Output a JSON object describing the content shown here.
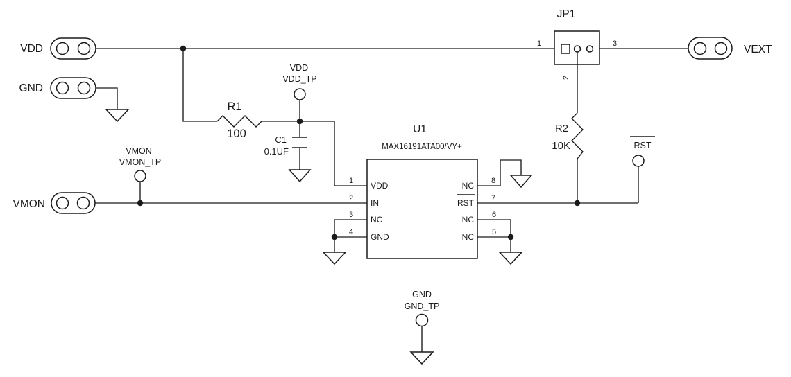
{
  "colors": {
    "ink": "#1a1a1a",
    "background": "#ffffff"
  },
  "connectors": {
    "vdd": "VDD",
    "gnd": "GND",
    "vmon": "VMON",
    "vext": "VEXT"
  },
  "jumper": {
    "ref": "JP1",
    "pin1": "1",
    "pin2": "2",
    "pin3": "3"
  },
  "resistors": {
    "r1": {
      "ref": "R1",
      "value": "100"
    },
    "r2": {
      "ref": "R2",
      "value": "10K"
    }
  },
  "capacitor": {
    "ref": "C1",
    "value": "0.1UF"
  },
  "ic": {
    "ref": "U1",
    "part": "MAX16191ATA00/VY+",
    "left_pins": [
      {
        "num": "1",
        "name": "VDD"
      },
      {
        "num": "2",
        "name": "IN"
      },
      {
        "num": "3",
        "name": "NC"
      },
      {
        "num": "4",
        "name": "GND"
      }
    ],
    "right_pins": [
      {
        "num": "8",
        "name": "NC"
      },
      {
        "num": "7",
        "name": "RST"
      },
      {
        "num": "6",
        "name": "NC"
      },
      {
        "num": "5",
        "name": "NC"
      }
    ]
  },
  "testpoints": {
    "vdd_tp": {
      "net": "VDD",
      "label": "VDD_TP"
    },
    "vmon_tp": {
      "net": "VMON",
      "label": "VMON_TP"
    },
    "gnd_tp": {
      "net": "GND",
      "label": "GND_TP"
    },
    "rst_tp": {
      "label": "RST"
    }
  }
}
